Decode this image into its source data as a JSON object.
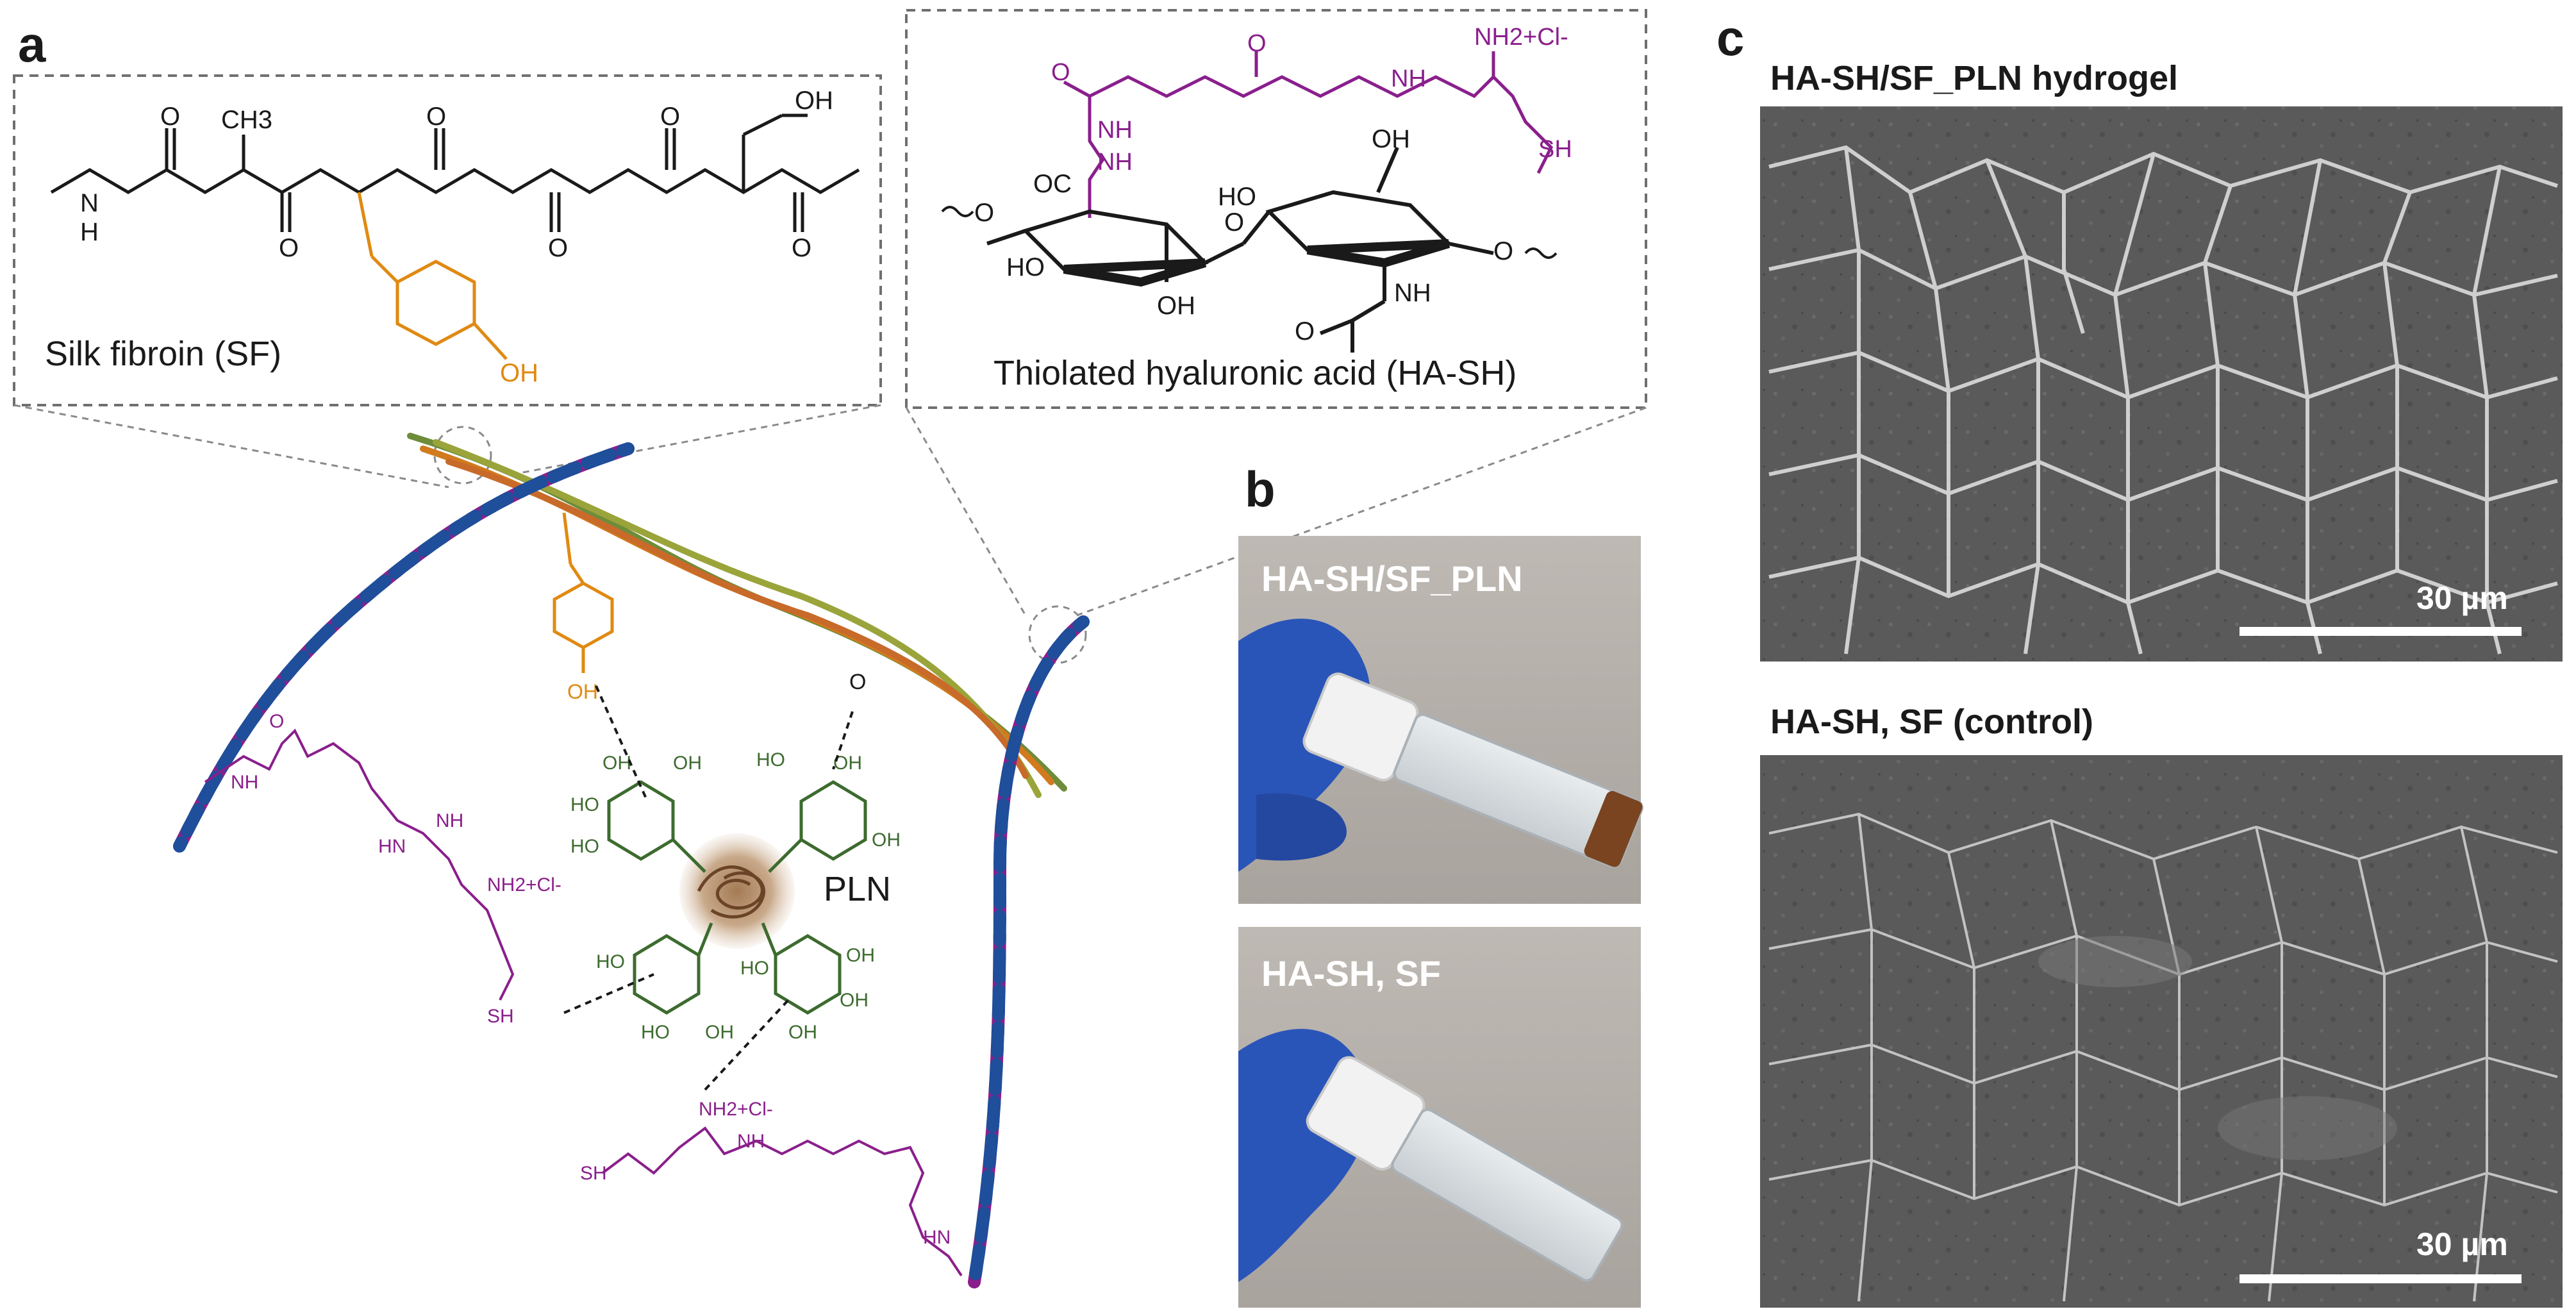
{
  "panels": {
    "a": "a",
    "b": "b",
    "c": "c"
  },
  "panel_a": {
    "sf_label": "Silk fibroin (SF)",
    "hash_label": "Thiolated hyaluronic acid (HA-SH)",
    "pln_label": "PLN",
    "chem": {
      "ch3": "CH3",
      "nh": "N",
      "h": "H",
      "o": "O",
      "oh": "OH",
      "sh": "SH",
      "hn": "HN",
      "nh_sm": "NH",
      "hn_nh": "HN",
      "nh2cl": "NH2+Cl-",
      "oc": "OC",
      "ho": "HO",
      "nn": "N"
    }
  },
  "panel_b": {
    "top_label": "HA-SH/SF_PLN",
    "bottom_label": "HA-SH, SF"
  },
  "panel_c": {
    "top_title": "HA-SH/SF_PLN hydrogel",
    "bottom_title": "HA-SH, SF (control)",
    "scale_top": "30 µm",
    "scale_bottom": "30 µm"
  },
  "colors": {
    "purple": "#8a1f8c",
    "blue": "#1f4e9a",
    "green": "#3d6b2f",
    "orange": "#e08a12"
  }
}
